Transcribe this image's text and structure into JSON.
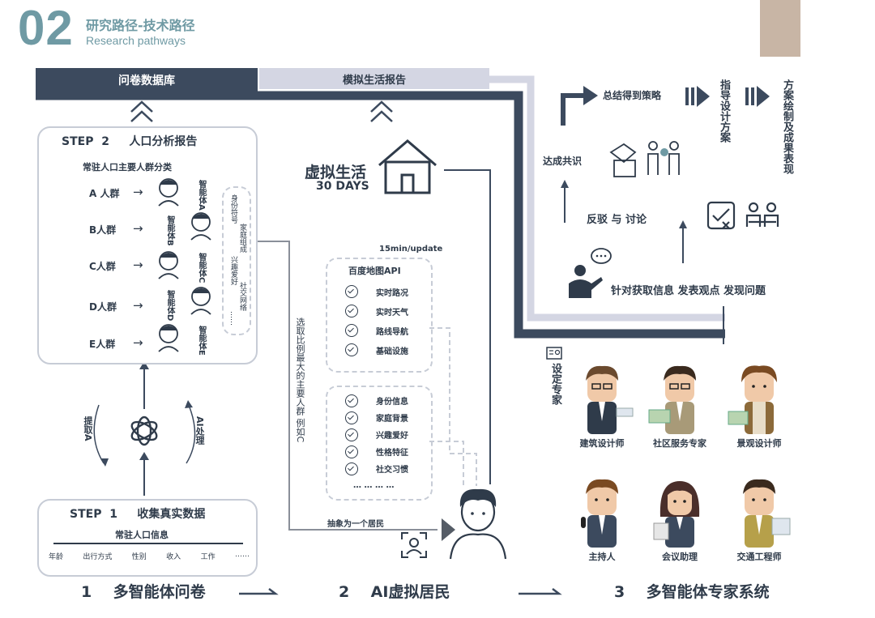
{
  "header": {
    "number": "02",
    "title_cn": "研究路径-技术路径",
    "title_en": "Research pathways"
  },
  "bars": {
    "questionnaire_db": "问卷数据库",
    "simulated_report": "模拟生活报告"
  },
  "step2": {
    "title": "STEP  2     人口分析报告",
    "subtitle": "常驻人口主要人群分类",
    "groups": [
      "A 人群",
      "B人群",
      "C人群",
      "D人群",
      "E人群"
    ],
    "agents": [
      "智能体A",
      "智能体B",
      "智能体C",
      "智能体D",
      "智能体E"
    ],
    "attributes": [
      "身份符号",
      "家庭组成",
      "兴趣爱好",
      "社交网络",
      "……"
    ]
  },
  "middle": {
    "virtual_life": "虚拟生活",
    "days": "30 DAYS",
    "update_rate": "15min/update",
    "api_title": "百度地图API",
    "api_items": [
      "实时路况",
      "实时天气",
      "路线导航",
      "基础设施"
    ],
    "profile_items": [
      "身份信息",
      "家庭背景",
      "兴趣爱好",
      "性格特征",
      "社交习惯",
      "… … … …"
    ],
    "select_text": "选取比例最大的主要人群  例如C",
    "abstract_text": "抽象为一个居民"
  },
  "loop": {
    "left_label": "提取A",
    "right_label": "AI处理"
  },
  "step1": {
    "title": "STEP  1     收集真实数据",
    "subtitle": "常驻人口信息",
    "fields": [
      "年龄",
      "出行方式",
      "性别",
      "收入",
      "工作",
      "……"
    ]
  },
  "right": {
    "summary": "总结得到策略",
    "guide": "指导设计方案",
    "plan": "方案绘制及成果表现",
    "consensus": "达成共识",
    "debate": "反驳 与 讨论",
    "speak": "针对获取信息 发表观点 发现问题",
    "set_experts": "设定专家",
    "experts": [
      "建筑设计师",
      "社区服务专家",
      "景观设计师",
      "主持人",
      "会议助理",
      "交通工程师"
    ]
  },
  "bottom": {
    "s1": "1    多智能体问卷",
    "s2": "2    AI虚拟居民",
    "s3": "3    多智能体专家系统"
  },
  "colors": {
    "dark": "#3c4a5e",
    "light": "#d4d6e3",
    "teal": "#6f9aa4",
    "accent": "#c8b5a5"
  }
}
